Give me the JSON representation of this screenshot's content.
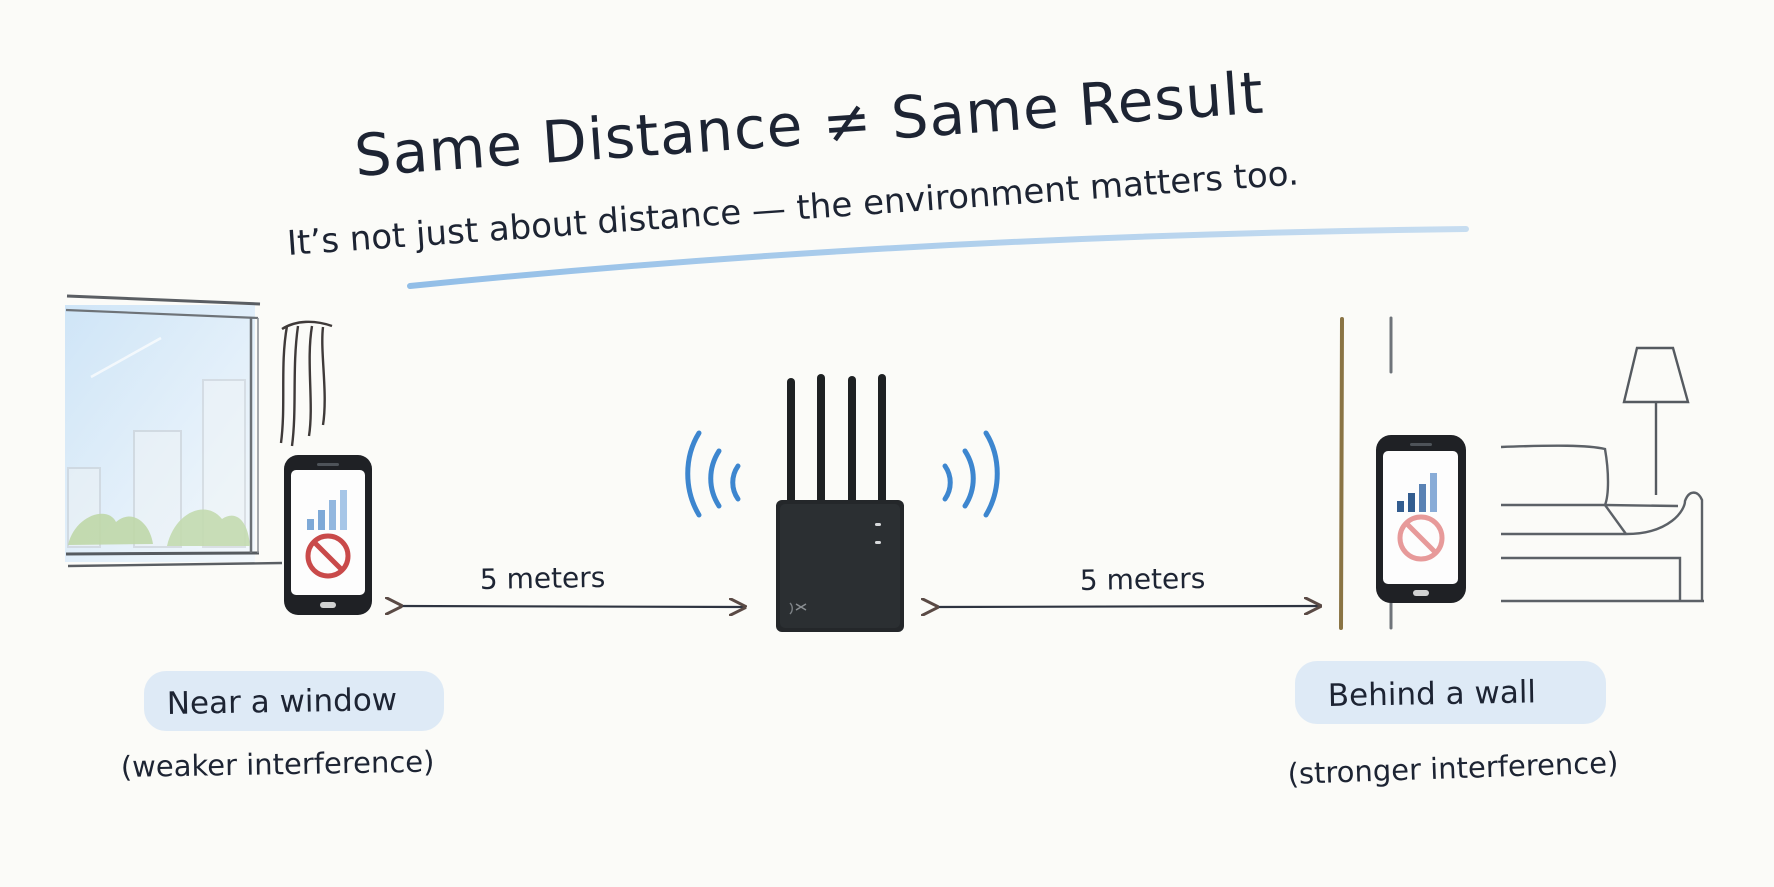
{
  "title": "Same Distance ≠ Same Result",
  "subtitle": "It’s not just about distance — the environment matters too.",
  "left_scenario": {
    "label": "Near a window",
    "sublabel": "(weaker interference)",
    "distance": "5 meters"
  },
  "right_scenario": {
    "label": "Behind a wall",
    "sublabel": "(stronger interference)",
    "distance": "5 meters"
  },
  "colors": {
    "ink": "#1d2433",
    "signal_blue": "#3d86cf",
    "signal_light": "#a8c8ea",
    "blocked_red": "#c94a4a",
    "blocked_light": "#e79a9a",
    "label_bg": "#dce9f6",
    "wall_brown": "#8a7444",
    "gray_line": "#6f747a",
    "router_black": "#24272a"
  },
  "icons": {
    "router": "router-icon",
    "window": "window-icon",
    "wall": "wall-icon",
    "phone": "phone-icon",
    "blocked": "blocked-icon",
    "signal": "signal-bars-icon",
    "lamp": "lamp-icon",
    "sofa": "sofa-icon"
  }
}
